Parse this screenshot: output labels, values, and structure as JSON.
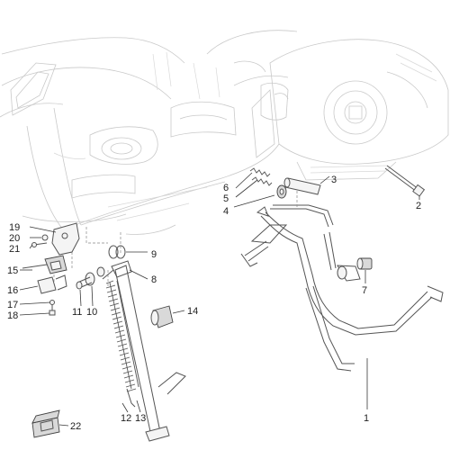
{
  "diagram": {
    "callouts": [
      {
        "label": "1"
      },
      {
        "label": "2"
      },
      {
        "label": "3"
      },
      {
        "label": "4"
      },
      {
        "label": "5"
      },
      {
        "label": "6"
      },
      {
        "label": "7"
      },
      {
        "label": "8"
      },
      {
        "label": "9"
      },
      {
        "label": "10"
      },
      {
        "label": "11"
      },
      {
        "label": "12"
      },
      {
        "label": "13"
      },
      {
        "label": "14"
      },
      {
        "label": "15"
      },
      {
        "label": "16"
      },
      {
        "label": "17"
      },
      {
        "label": "18"
      },
      {
        "label": "19"
      },
      {
        "label": "20"
      },
      {
        "label": "21"
      },
      {
        "label": "22"
      }
    ]
  }
}
